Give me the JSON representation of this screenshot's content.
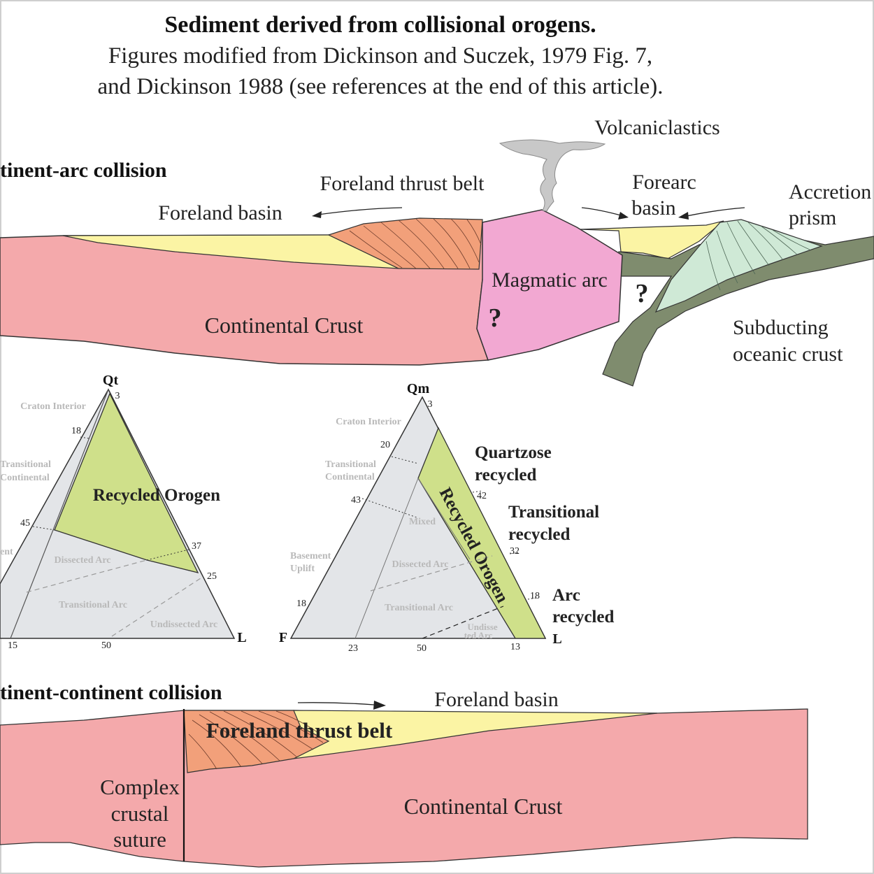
{
  "title": "Sediment derived from collisional orogens.",
  "subtitle_line1": "Figures modified from Dickinson and Suczek, 1979 Fig. 7,",
  "subtitle_line2": "and Dickinson 1988 (see references at the end of this article).",
  "top_section": {
    "heading": "tinent-arc collision",
    "volcaniclastics": "Volcaniclastics",
    "foreland_thrust_belt": "Foreland thrust belt",
    "foreland_basin": "Foreland basin",
    "forearc_line1": "Forearc",
    "forearc_line2": "basin",
    "accretion_line1": "Accretion",
    "accretion_line2": "prism",
    "magmatic_arc": "Magmatic arc",
    "question_mark": "?",
    "continental_crust": "Continental Crust",
    "subducting_line1": "Subducting",
    "subducting_line2": "oceanic crust"
  },
  "ternary_qtfl": {
    "vertex_top": "Qt",
    "vertex_right": "L",
    "region_label": "Recycled Orogen",
    "grey_labels": {
      "craton": "Craton Interior",
      "transitional_1": "Transitional",
      "transitional_2": "Continental",
      "basement": "ent",
      "dissected": "Dissected Arc",
      "transitional_arc": "Transitional Arc",
      "undissected": "Undissected Arc"
    },
    "ticks": {
      "t3": "3",
      "t18": "18",
      "t45": "45",
      "t37": "37",
      "t25": "25",
      "t15": "15",
      "t50": "50"
    }
  },
  "ternary_qmflt": {
    "vertex_top": "Qm",
    "vertex_left": "F",
    "vertex_right": "L",
    "region_label": "Recycled Orogen",
    "grey_labels": {
      "craton": "Craton Interior",
      "transitional_1": "Transitional",
      "transitional_2": "Continental",
      "basement_1": "Basement",
      "basement_2": "Uplift",
      "mixed": "Mixed",
      "dissected": "Dissected Arc",
      "transitional_arc": "Transitional Arc",
      "undissected_1": "Undisse",
      "undissected_2": "ted Arc"
    },
    "ticks": {
      "t3": "3",
      "t20": "20",
      "t43": "43",
      "t18": "18",
      "t42": "42",
      "t32": "32",
      "t18r": "18",
      "t23": "23",
      "t50": "50",
      "t13": "13"
    },
    "side_labels": {
      "quartzose_1": "Quartzose",
      "quartzose_2": "recycled",
      "transitional_1": "Transitional",
      "transitional_2": "recycled",
      "arc_1": "Arc",
      "arc_2": "recycled"
    }
  },
  "bottom_section": {
    "heading": "tinent-continent collision",
    "foreland_basin": "Foreland basin",
    "foreland_thrust_belt": "Foreland thrust belt",
    "complex_1": "Complex",
    "complex_2": "crustal",
    "complex_3": "suture",
    "continental_crust": "Continental Crust"
  },
  "colors": {
    "crust": "#f4a9ab",
    "basin": "#fbf4a4",
    "thrust": "#f2a07a",
    "arc": "#f2a8d2",
    "oceanic": "#7f8c6e",
    "prism": "#cfe9d6",
    "recycled": "#cfe08a",
    "diagram_grey": "#e3e5e8"
  }
}
